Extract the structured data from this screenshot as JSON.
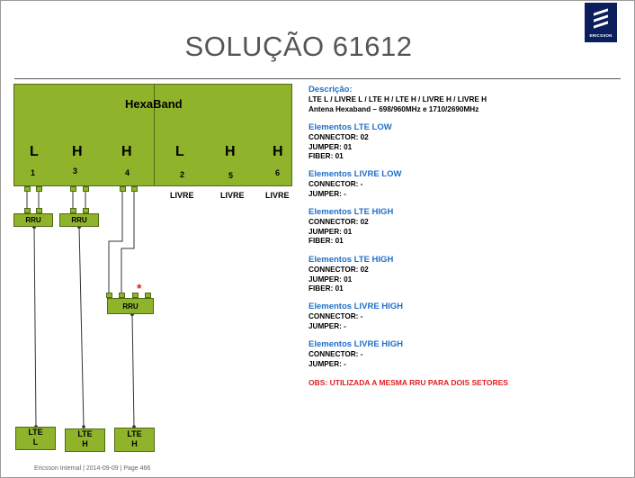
{
  "title": "SOLUÇÃO 61612",
  "logo_text": "ERICSSON",
  "antenna": {
    "name": "HexaBand",
    "ports": [
      {
        "letter": "L",
        "number": "1",
        "status": ""
      },
      {
        "letter": "H",
        "number": "3",
        "status": ""
      },
      {
        "letter": "H",
        "number": "4",
        "status": ""
      },
      {
        "letter": "L",
        "number": "2",
        "status": "LIVRE"
      },
      {
        "letter": "H",
        "number": "5",
        "status": "LIVRE"
      },
      {
        "letter": "H",
        "number": "6",
        "status": "LIVRE"
      }
    ]
  },
  "rru_label": "RRU",
  "asterisk": "*",
  "lte_boxes": [
    {
      "line1": "LTE",
      "line2": "L"
    },
    {
      "line1": "LTE",
      "line2": "H"
    },
    {
      "line1": "LTE",
      "line2": "H"
    }
  ],
  "info": {
    "descricao_heading": "Descrição:",
    "descricao_line1": "LTE L / LIVRE L / LTE H / LTE H / LIVRE H / LIVRE H",
    "descricao_line2": "Antena Hexaband – 698/960MHz  e  1710/2690MHz",
    "sections": [
      {
        "heading": "Elementos LTE LOW",
        "lines": [
          "CONNECTOR: 02",
          "JUMPER: 01",
          "FIBER: 01"
        ]
      },
      {
        "heading": "Elementos LIVRE LOW",
        "lines": [
          "CONNECTOR: -",
          "JUMPER: -"
        ]
      },
      {
        "heading": "Elementos LTE HIGH",
        "lines": [
          "CONNECTOR: 02",
          "JUMPER: 01",
          "FIBER: 01"
        ]
      },
      {
        "heading": "Elementos LTE HIGH",
        "lines": [
          "CONNECTOR: 02",
          "JUMPER: 01",
          "FIBER: 01"
        ]
      },
      {
        "heading": "Elementos LIVRE HIGH",
        "lines": [
          "CONNECTOR: -",
          "JUMPER: -"
        ]
      },
      {
        "heading": "Elementos LIVRE HIGH",
        "lines": [
          "CONNECTOR: -",
          "JUMPER: -"
        ]
      }
    ],
    "obs": "OBS: UTILIZADA A MESMA RRU PARA DOIS SETORES"
  },
  "footer": "Ericsson Internal  |  2014-09-09  |  Page 466"
}
